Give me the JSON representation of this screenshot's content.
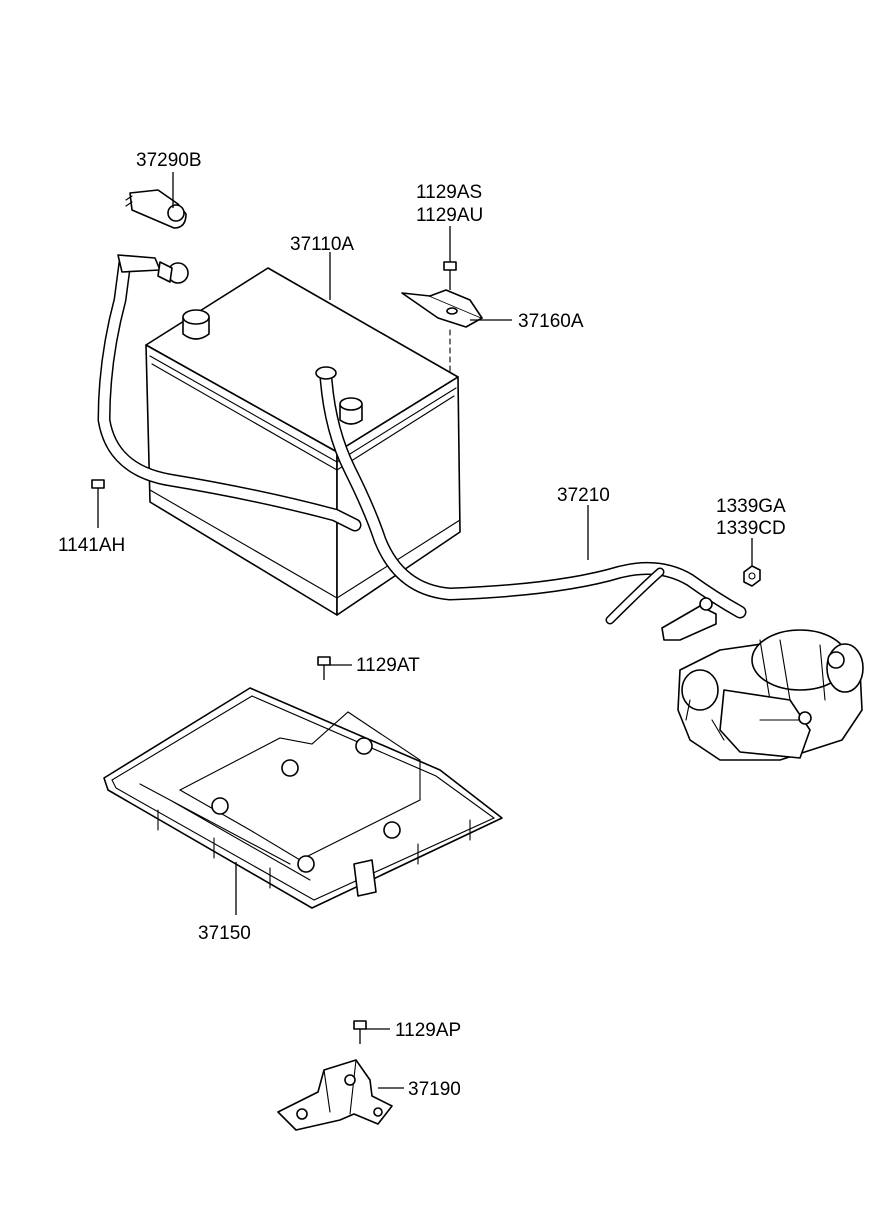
{
  "labels": {
    "p37290b": "37290B",
    "p1129as": "1129AS",
    "p1129au": "1129AU",
    "p37110a": "37110A",
    "p37160a": "37160A",
    "p1141ah": "1141AH",
    "p37210": "37210",
    "p1339ga": "1339GA",
    "p1339cd": "1339CD",
    "p1129at": "1129AT",
    "p37150": "37150",
    "p1129ap": "1129AP",
    "p37190": "37190"
  }
}
